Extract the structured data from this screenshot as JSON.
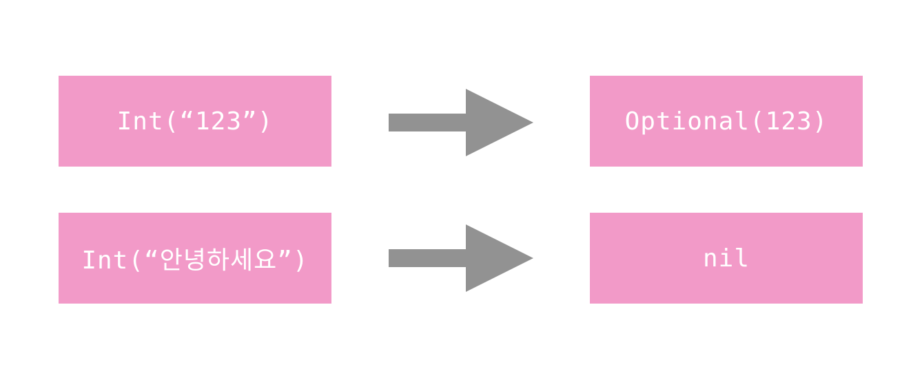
{
  "colors": {
    "box_fill": "#f29ac8",
    "box_text": "#ffffff",
    "arrow": "#929292",
    "background": "#ffffff"
  },
  "rows": [
    {
      "input": "Int(“123”)",
      "output": "Optional(123)"
    },
    {
      "input": "Int(“안녕하세요”)",
      "output": "nil"
    }
  ],
  "icons": [
    "right-arrow-icon",
    "right-arrow-icon"
  ]
}
